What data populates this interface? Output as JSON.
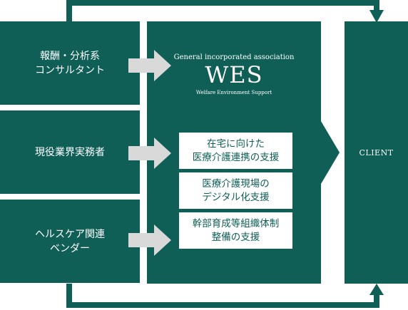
{
  "left_groups": [
    {
      "label": "報酬・分析系\nコンサルタント"
    },
    {
      "label": "現役業界実務者"
    },
    {
      "label": "ヘルスケア関連\nベンダー"
    }
  ],
  "center": {
    "subtitle": "General incorporated association",
    "title": "WES",
    "tagline": "Welfare Environment Support"
  },
  "services": [
    {
      "label": "在宅に向けた\n医療介護連携の支援"
    },
    {
      "label": "医療介護現場の\nデジタル化支援"
    },
    {
      "label": "幹部育成等組織体制\n整備の支援"
    }
  ],
  "client": {
    "label": "CLIENT"
  },
  "colors": {
    "primary": "#0f5f57",
    "arrow": "#d9d9d9",
    "background": "#ffffff"
  }
}
